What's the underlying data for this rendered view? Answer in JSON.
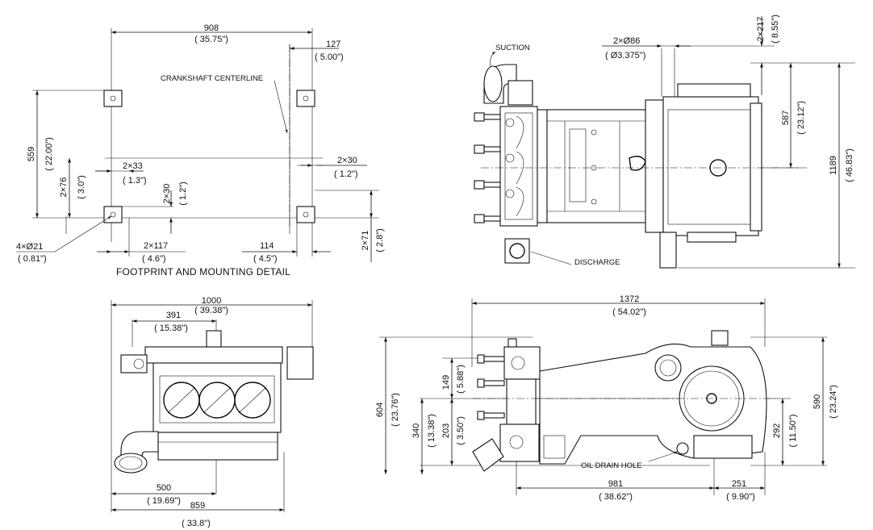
{
  "footprint": {
    "caption": "FOOTPRINT AND MOUNTING DETAIL",
    "crankshaft_label": "CRANKSHAFT CENTERLINE",
    "dim_908": "908",
    "dim_908_in": "( 35.75\")",
    "dim_127": "127",
    "dim_127_in": "( 5.00\")",
    "dim_559": "559",
    "dim_559_in": "( 22.00\")",
    "dim_2x33": "2×33",
    "dim_2x33_in": "( 1.3\")",
    "dim_2x76": "2×76",
    "dim_2x76_in": "( 3.0\")",
    "dim_2x30a": "2×30",
    "dim_2x30a_in": "( 1.2\")",
    "dim_2x30b": "2×30",
    "dim_2x30b_in": "( 1.2\")",
    "dim_4x21": "4×Ø21",
    "dim_4x21_in": "( 0.81\")",
    "dim_2x117": "2×117",
    "dim_2x117_in": "( 4.6\")",
    "dim_114": "114",
    "dim_114_in": "( 4.5\")",
    "dim_2x71": "2×71",
    "dim_2x71_in": "( 2.8\")"
  },
  "topview": {
    "suction_label": "SUCTION",
    "discharge_label": "DISCHARGE",
    "dim_2x86": "2×Ø86",
    "dim_2x86_in": "( Ø3.375\")",
    "dim_2x217": "2×217",
    "dim_2x217_in": "( 8.55\")",
    "dim_587": "587",
    "dim_587_in": "( 23.12\")",
    "dim_1189": "1189",
    "dim_1189_in": "( 46.83\")"
  },
  "frontview": {
    "dim_1000": "1000",
    "dim_1000_in": "( 39.38\")",
    "dim_391": "391",
    "dim_391_in": "( 15.38\")",
    "dim_500": "500",
    "dim_500_in": "( 19.69\")",
    "dim_859": "859",
    "dim_859_in": "( 33.8\")"
  },
  "sideview": {
    "oil_drain_label": "OIL DRAIN HOLE",
    "dim_1372": "1372",
    "dim_1372_in": "( 54.02\")",
    "dim_604": "604",
    "dim_604_in": "( 23.76\")",
    "dim_340": "340",
    "dim_340_in": "( 13.38\")",
    "dim_149": "149",
    "dim_149_in": "( 5.88\")",
    "dim_203": "203",
    "dim_203_in": "( 3.50\")",
    "dim_981": "981",
    "dim_981_in": "( 38.62\")",
    "dim_251": "251",
    "dim_251_in": "( 9.90\")",
    "dim_292": "292",
    "dim_292_in": "( 11.50\")",
    "dim_590": "590",
    "dim_590_in": "( 23.24\")"
  }
}
